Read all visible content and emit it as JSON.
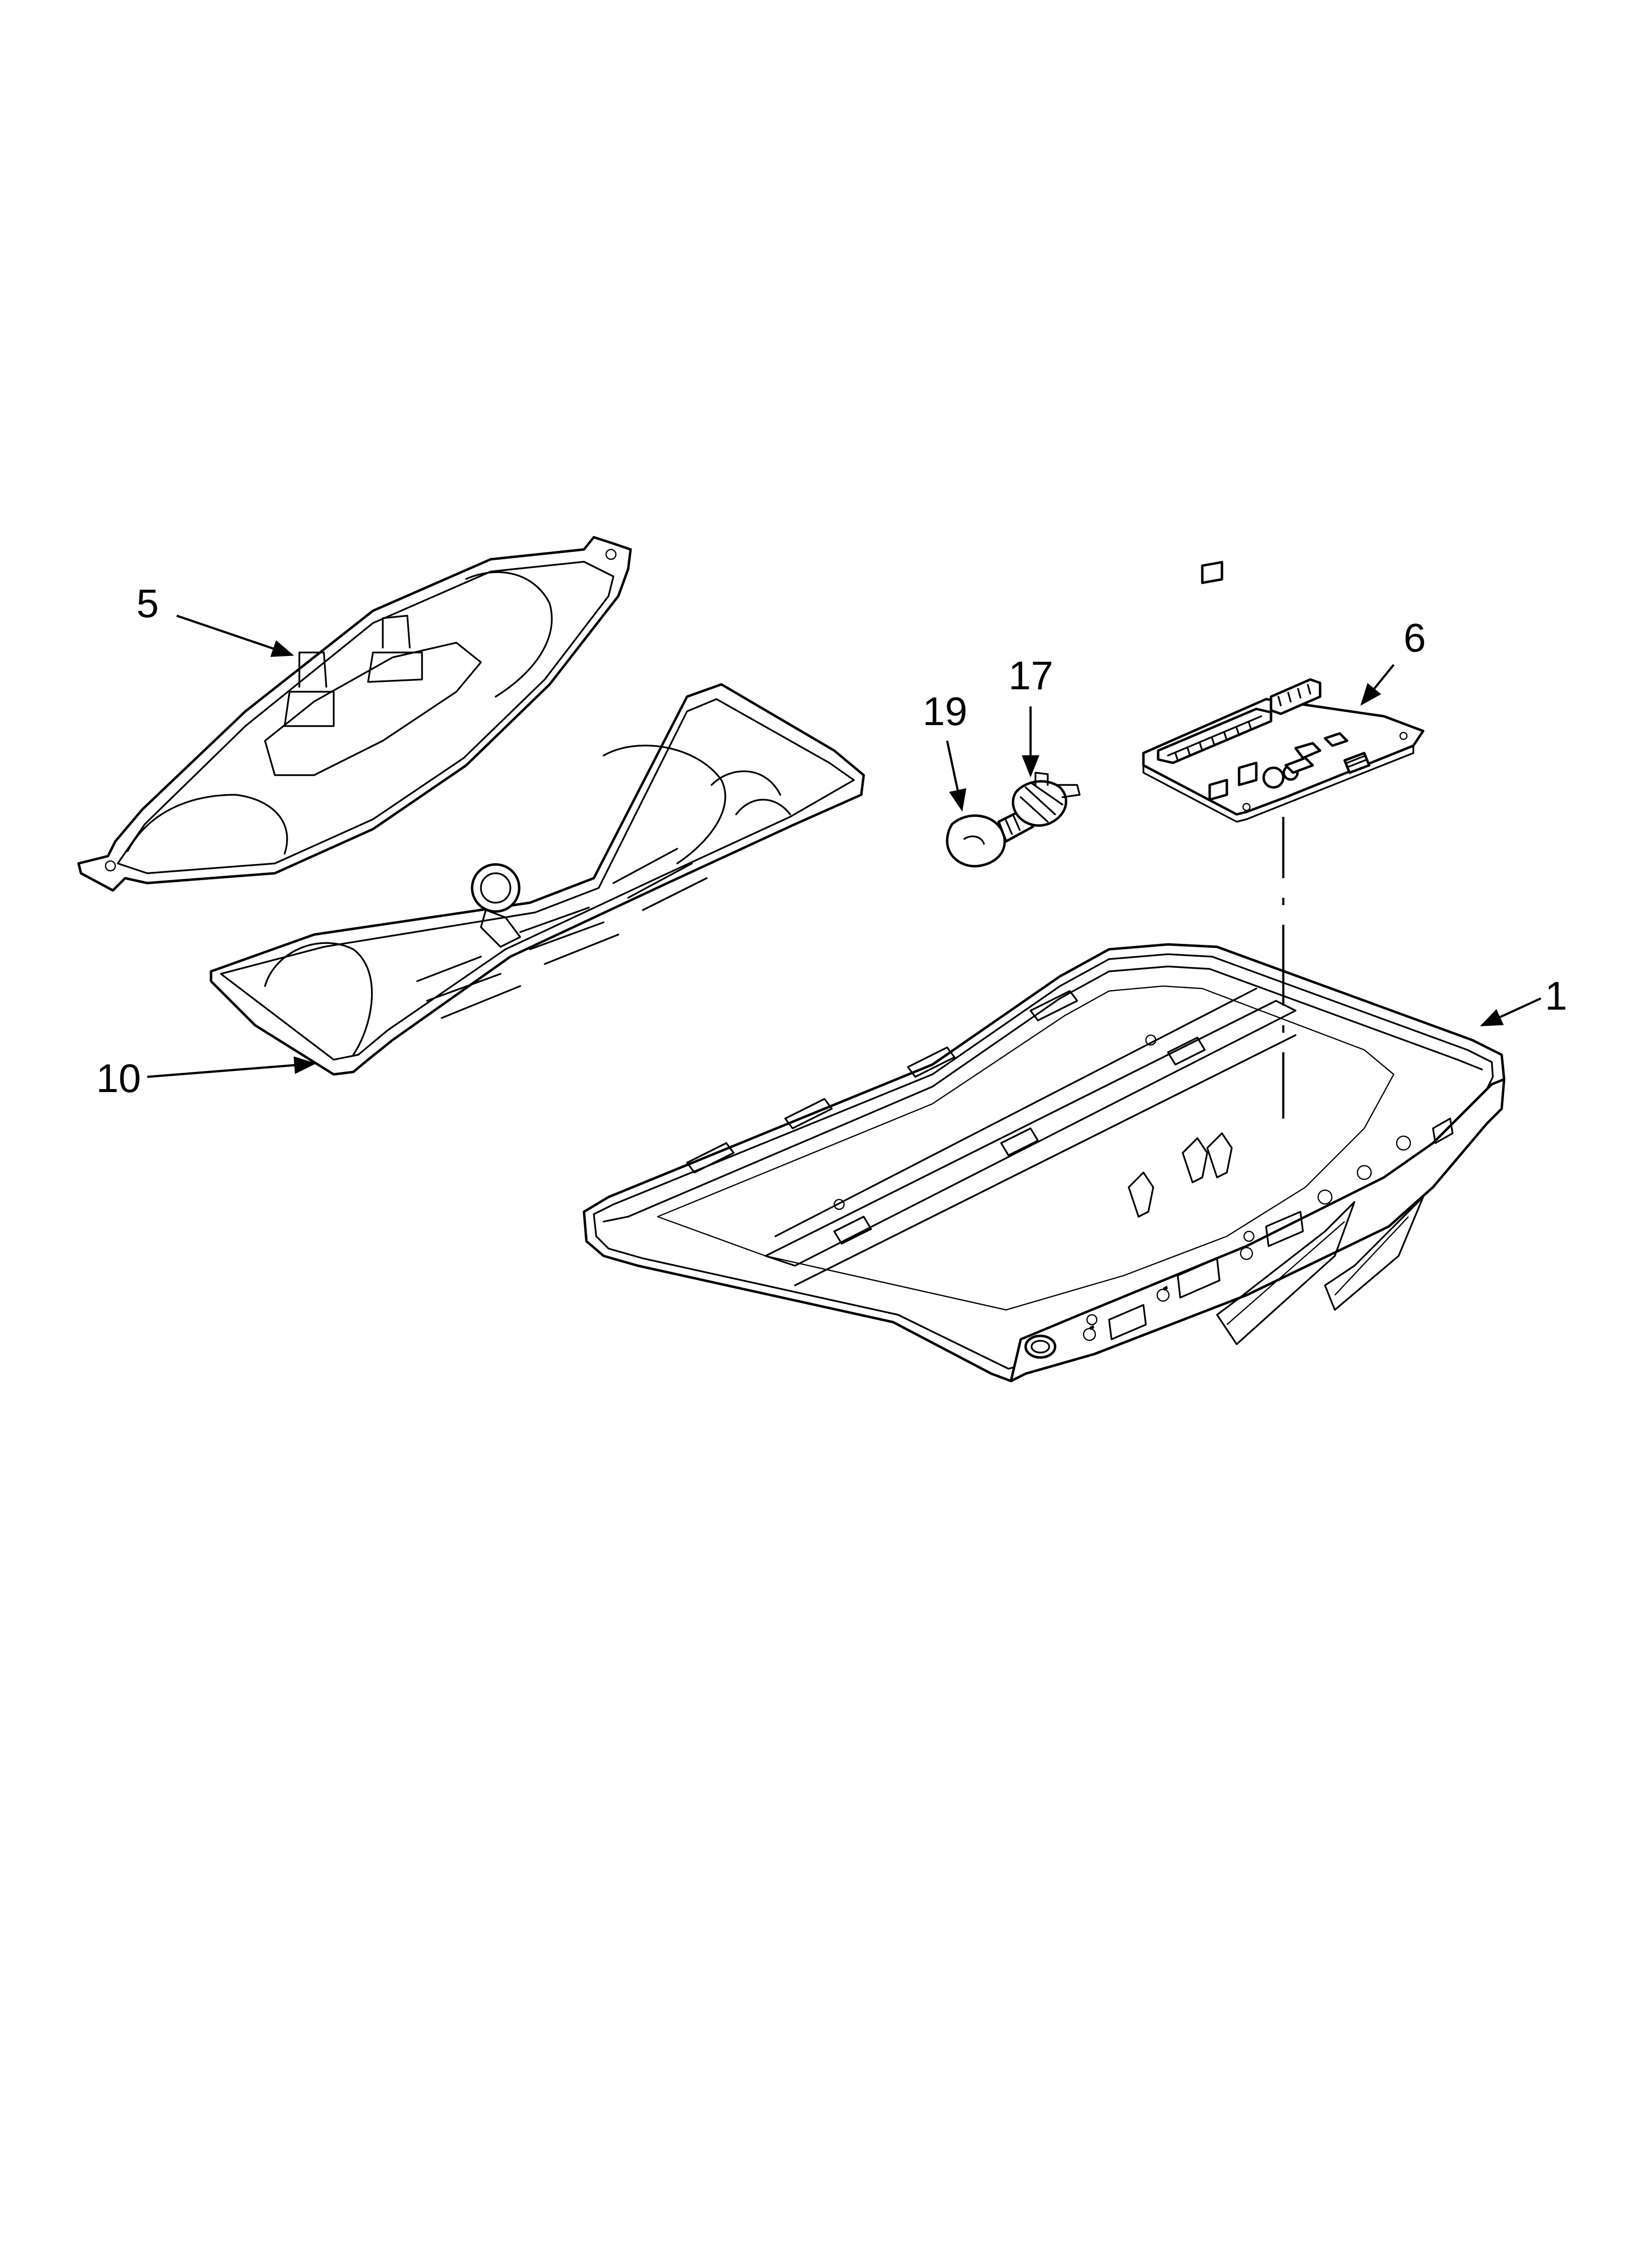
{
  "callouts": [
    {
      "id": "callout-1",
      "label": "1",
      "part": "control-panel-housing"
    },
    {
      "id": "callout-5",
      "label": "5",
      "part": "handle-housing"
    },
    {
      "id": "callout-6",
      "label": "6",
      "part": "control-board"
    },
    {
      "id": "callout-10",
      "label": "10",
      "part": "handle-base-plate"
    },
    {
      "id": "callout-17",
      "label": "17",
      "part": "lamp-socket"
    },
    {
      "id": "callout-19",
      "label": "19",
      "part": "light-bulb"
    }
  ]
}
